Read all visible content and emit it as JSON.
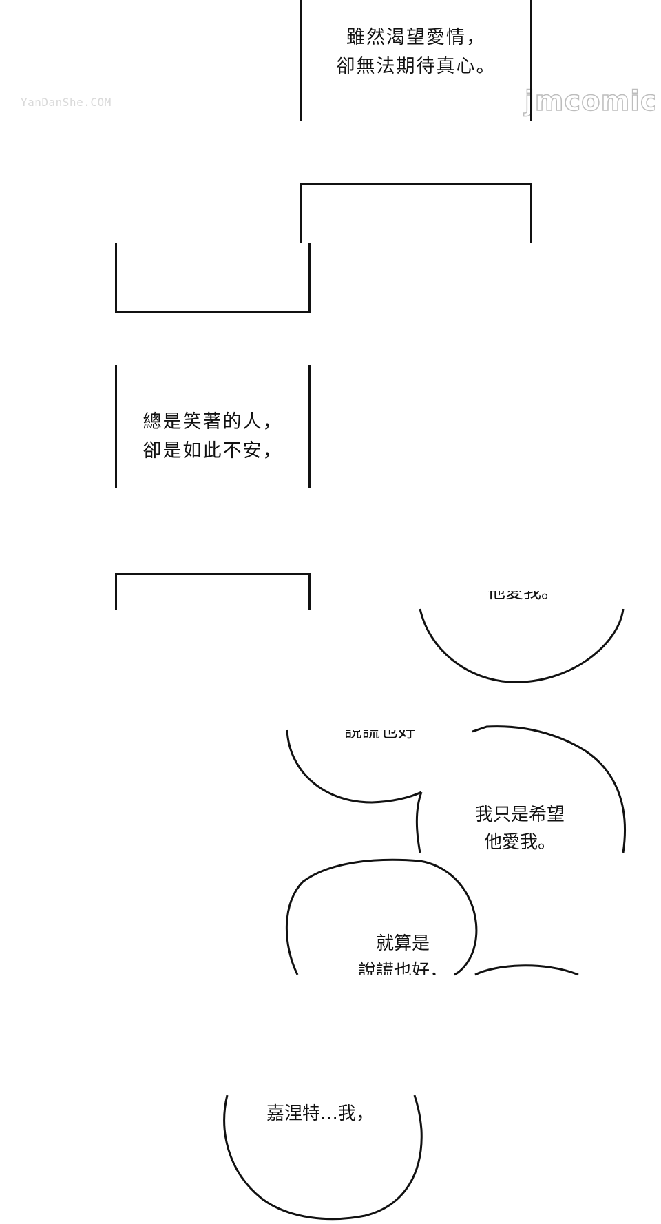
{
  "watermarks": {
    "left": "YanDanShe.COM",
    "right": "jmcomic"
  },
  "captions": [
    {
      "line1": "雖然渴望愛情，",
      "line2": "卻無法期待真心。"
    },
    {
      "line1": "總是笑著的人，",
      "line2": "卻是如此不安，"
    }
  ],
  "bubbles": {
    "wish": {
      "line1": "我只是希望",
      "line2": "他愛我。"
    },
    "lie": {
      "line1": "就算是",
      "line2": "說謊也好，"
    },
    "name": {
      "line1": "嘉涅特…我，"
    }
  }
}
